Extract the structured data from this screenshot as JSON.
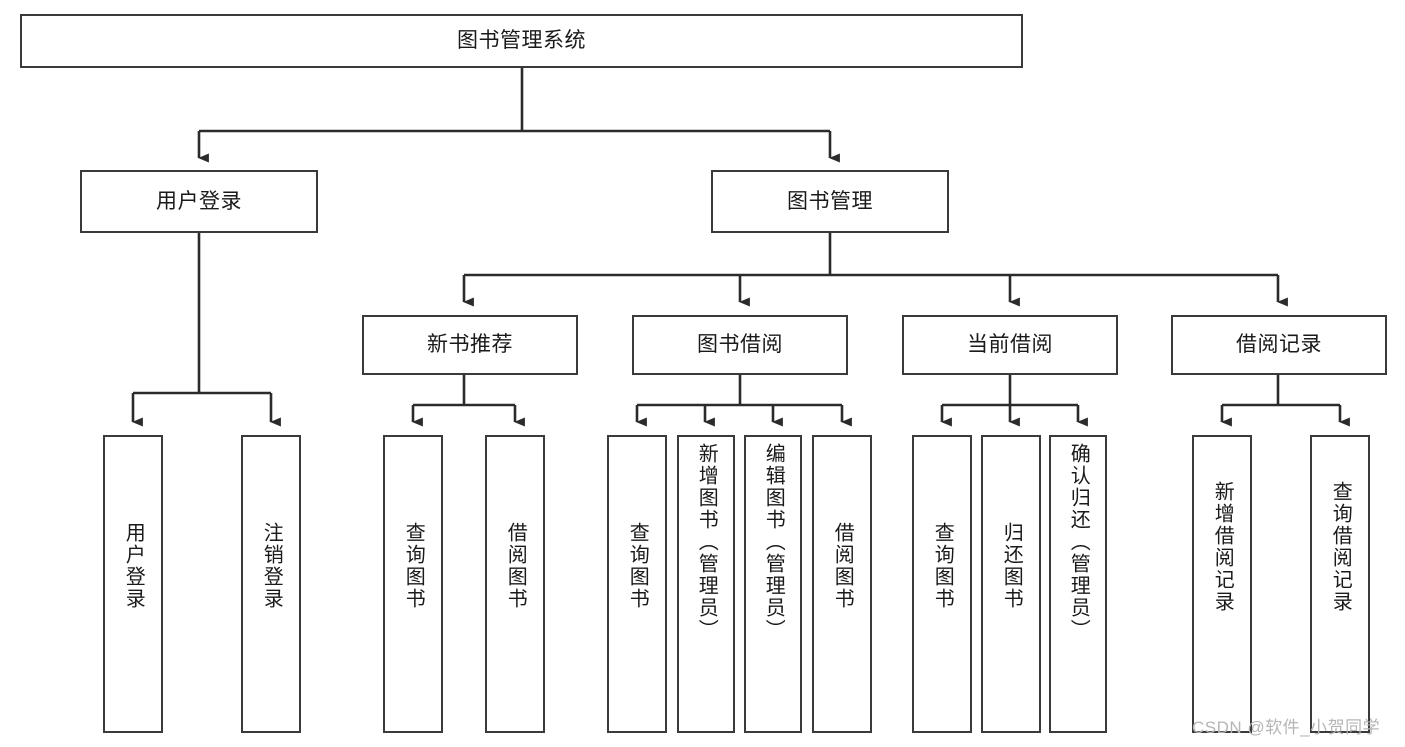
{
  "diagram": {
    "type": "tree",
    "title": "图书管理系统",
    "root": {
      "label": "图书管理系统"
    },
    "level2": [
      {
        "id": "user-login",
        "label": "用户登录"
      },
      {
        "id": "book-manage",
        "label": "图书管理"
      }
    ],
    "level3": [
      {
        "id": "new-book-recommend",
        "label": "新书推荐",
        "parent": "book-manage"
      },
      {
        "id": "book-borrow",
        "label": "图书借阅",
        "parent": "book-manage"
      },
      {
        "id": "current-borrow",
        "label": "当前借阅",
        "parent": "book-manage"
      },
      {
        "id": "borrow-record",
        "label": "借阅记录",
        "parent": "book-manage"
      }
    ],
    "leaves": [
      {
        "id": "leaf-user-login",
        "label": "用户登录",
        "parent": "user-login",
        "align": "mid"
      },
      {
        "id": "leaf-logout-login",
        "label": "注销登录",
        "parent": "user-login",
        "align": "mid"
      },
      {
        "id": "leaf-query-book-1",
        "label": "查询图书",
        "parent": "new-book-recommend",
        "align": "mid"
      },
      {
        "id": "leaf-borrow-book-1",
        "label": "借阅图书",
        "parent": "new-book-recommend",
        "align": "mid"
      },
      {
        "id": "leaf-query-book-2",
        "label": "查询图书",
        "parent": "book-borrow",
        "align": "mid"
      },
      {
        "id": "leaf-add-book",
        "label": "新增图书（管理员）",
        "parent": "book-borrow",
        "align": "top"
      },
      {
        "id": "leaf-edit-book",
        "label": "编辑图书（管理员）",
        "parent": "book-borrow",
        "align": "top"
      },
      {
        "id": "leaf-borrow-book-2",
        "label": "借阅图书",
        "parent": "book-borrow",
        "align": "mid"
      },
      {
        "id": "leaf-query-book-3",
        "label": "查询图书",
        "parent": "current-borrow",
        "align": "mid"
      },
      {
        "id": "leaf-return-book",
        "label": "归还图书",
        "parent": "current-borrow",
        "align": "mid"
      },
      {
        "id": "leaf-confirm-return",
        "label": "确认归还（管理员）",
        "parent": "current-borrow",
        "align": "top"
      },
      {
        "id": "leaf-add-record",
        "label": "新增借阅记录",
        "parent": "borrow-record",
        "align": "mid"
      },
      {
        "id": "leaf-query-record",
        "label": "查询借阅记录",
        "parent": "borrow-record",
        "align": "mid"
      }
    ],
    "colors": {
      "box_border": "#3a3a3a",
      "box_fill": "#ffffff",
      "connector": "#2b2b2b",
      "text": "#1a1a1a",
      "watermark": "#b6b6b6",
      "background": "#ffffff"
    }
  },
  "watermark": {
    "text": "CSDN @软件_小贺同学"
  }
}
